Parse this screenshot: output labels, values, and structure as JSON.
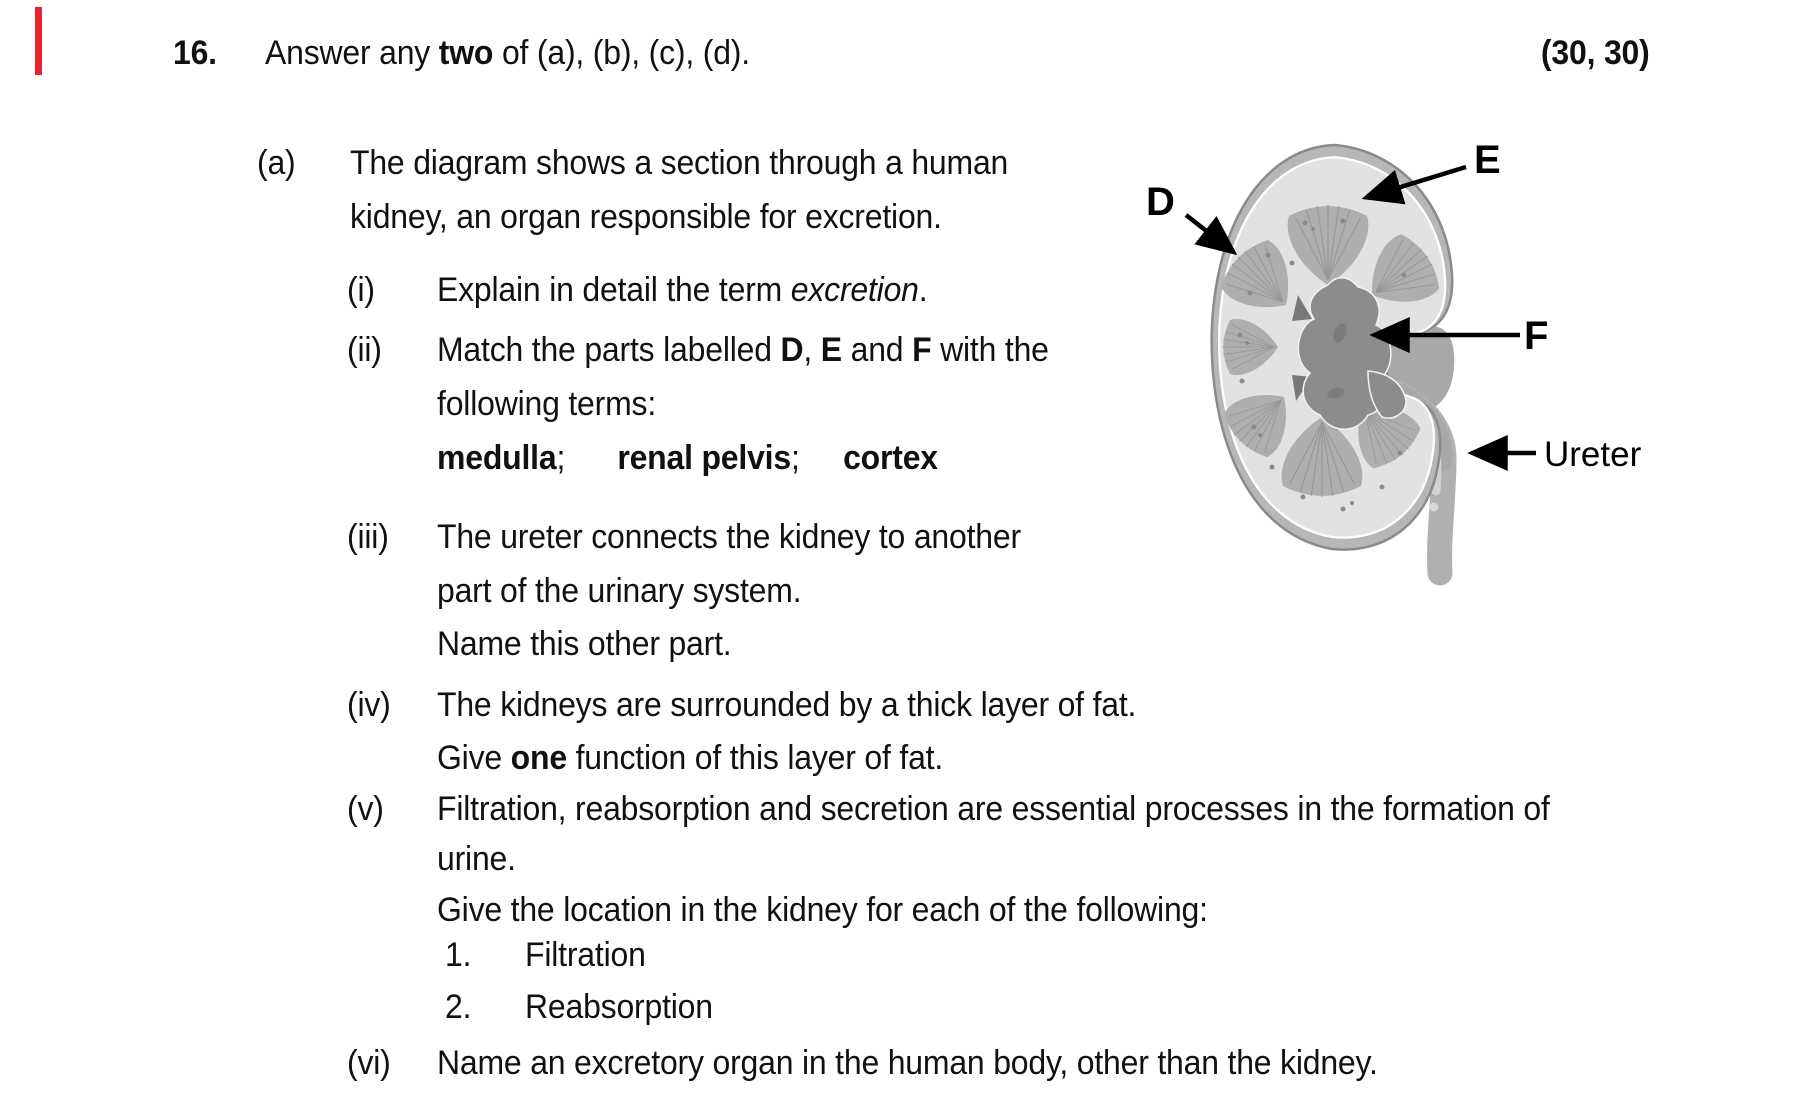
{
  "colors": {
    "margin_marker_red": "#e8232b"
  },
  "question": {
    "number": "16.",
    "marks": "(30, 30)",
    "intro": [
      {
        "t": "Answer any "
      },
      {
        "t": "two",
        "b": true
      },
      {
        "t": " of (a), (b), (c), (d)."
      }
    ],
    "part_label": "(a)",
    "part_intro_line1": "The diagram shows a section through a human",
    "part_intro_line2": "kidney, an organ responsible for excretion.",
    "items": [
      {
        "label": "(i)",
        "lines": [
          [
            {
              "t": "Explain in detail the term "
            },
            {
              "t": "excretion",
              "i": true
            },
            {
              "t": "."
            }
          ]
        ]
      },
      {
        "label": "(ii)",
        "lines": [
          [
            {
              "t": "Match the parts labelled "
            },
            {
              "t": "D",
              "b": true
            },
            {
              "t": ", "
            },
            {
              "t": "E",
              "b": true
            },
            {
              "t": " and "
            },
            {
              "t": "F",
              "b": true
            },
            {
              "t": " with the"
            }
          ],
          [
            {
              "t": "following terms:"
            }
          ],
          [
            {
              "t": "medulla",
              "b": true
            },
            {
              "t": ";      "
            },
            {
              "t": "renal pelvis",
              "b": true
            },
            {
              "t": ";     "
            },
            {
              "t": "cortex",
              "b": true
            }
          ]
        ]
      },
      {
        "label": "(iii)",
        "lines": [
          [
            {
              "t": "The ureter connects the kidney to another"
            }
          ],
          [
            {
              "t": "part of the urinary system."
            }
          ],
          [
            {
              "t": "Name this other part."
            }
          ]
        ]
      },
      {
        "label": "(iv)",
        "lines": [
          [
            {
              "t": "The kidneys are surrounded by a thick layer of fat."
            }
          ],
          [
            {
              "t": "Give "
            },
            {
              "t": "one",
              "b": true
            },
            {
              "t": " function of this layer of fat."
            }
          ]
        ]
      },
      {
        "label": "(v)",
        "lines": [
          [
            {
              "t": "Filtration, reabsorption and secretion are essential processes in the formation of"
            }
          ],
          [
            {
              "t": "urine."
            }
          ],
          [
            {
              "t": "Give the location in the kidney for each of the following:"
            }
          ]
        ],
        "sub_items": [
          {
            "num": "1.",
            "text": "Filtration"
          },
          {
            "num": "2.",
            "text": "Reabsorption"
          }
        ]
      },
      {
        "label": "(vi)",
        "lines": [
          [
            {
              "t": "Name an excretory organ in the human body, other than the kidney."
            }
          ]
        ]
      }
    ]
  },
  "figure": {
    "caption": "section through a human kidney",
    "labels": {
      "d": "D",
      "e": "E",
      "f": "F",
      "ureter": "Ureter"
    }
  }
}
